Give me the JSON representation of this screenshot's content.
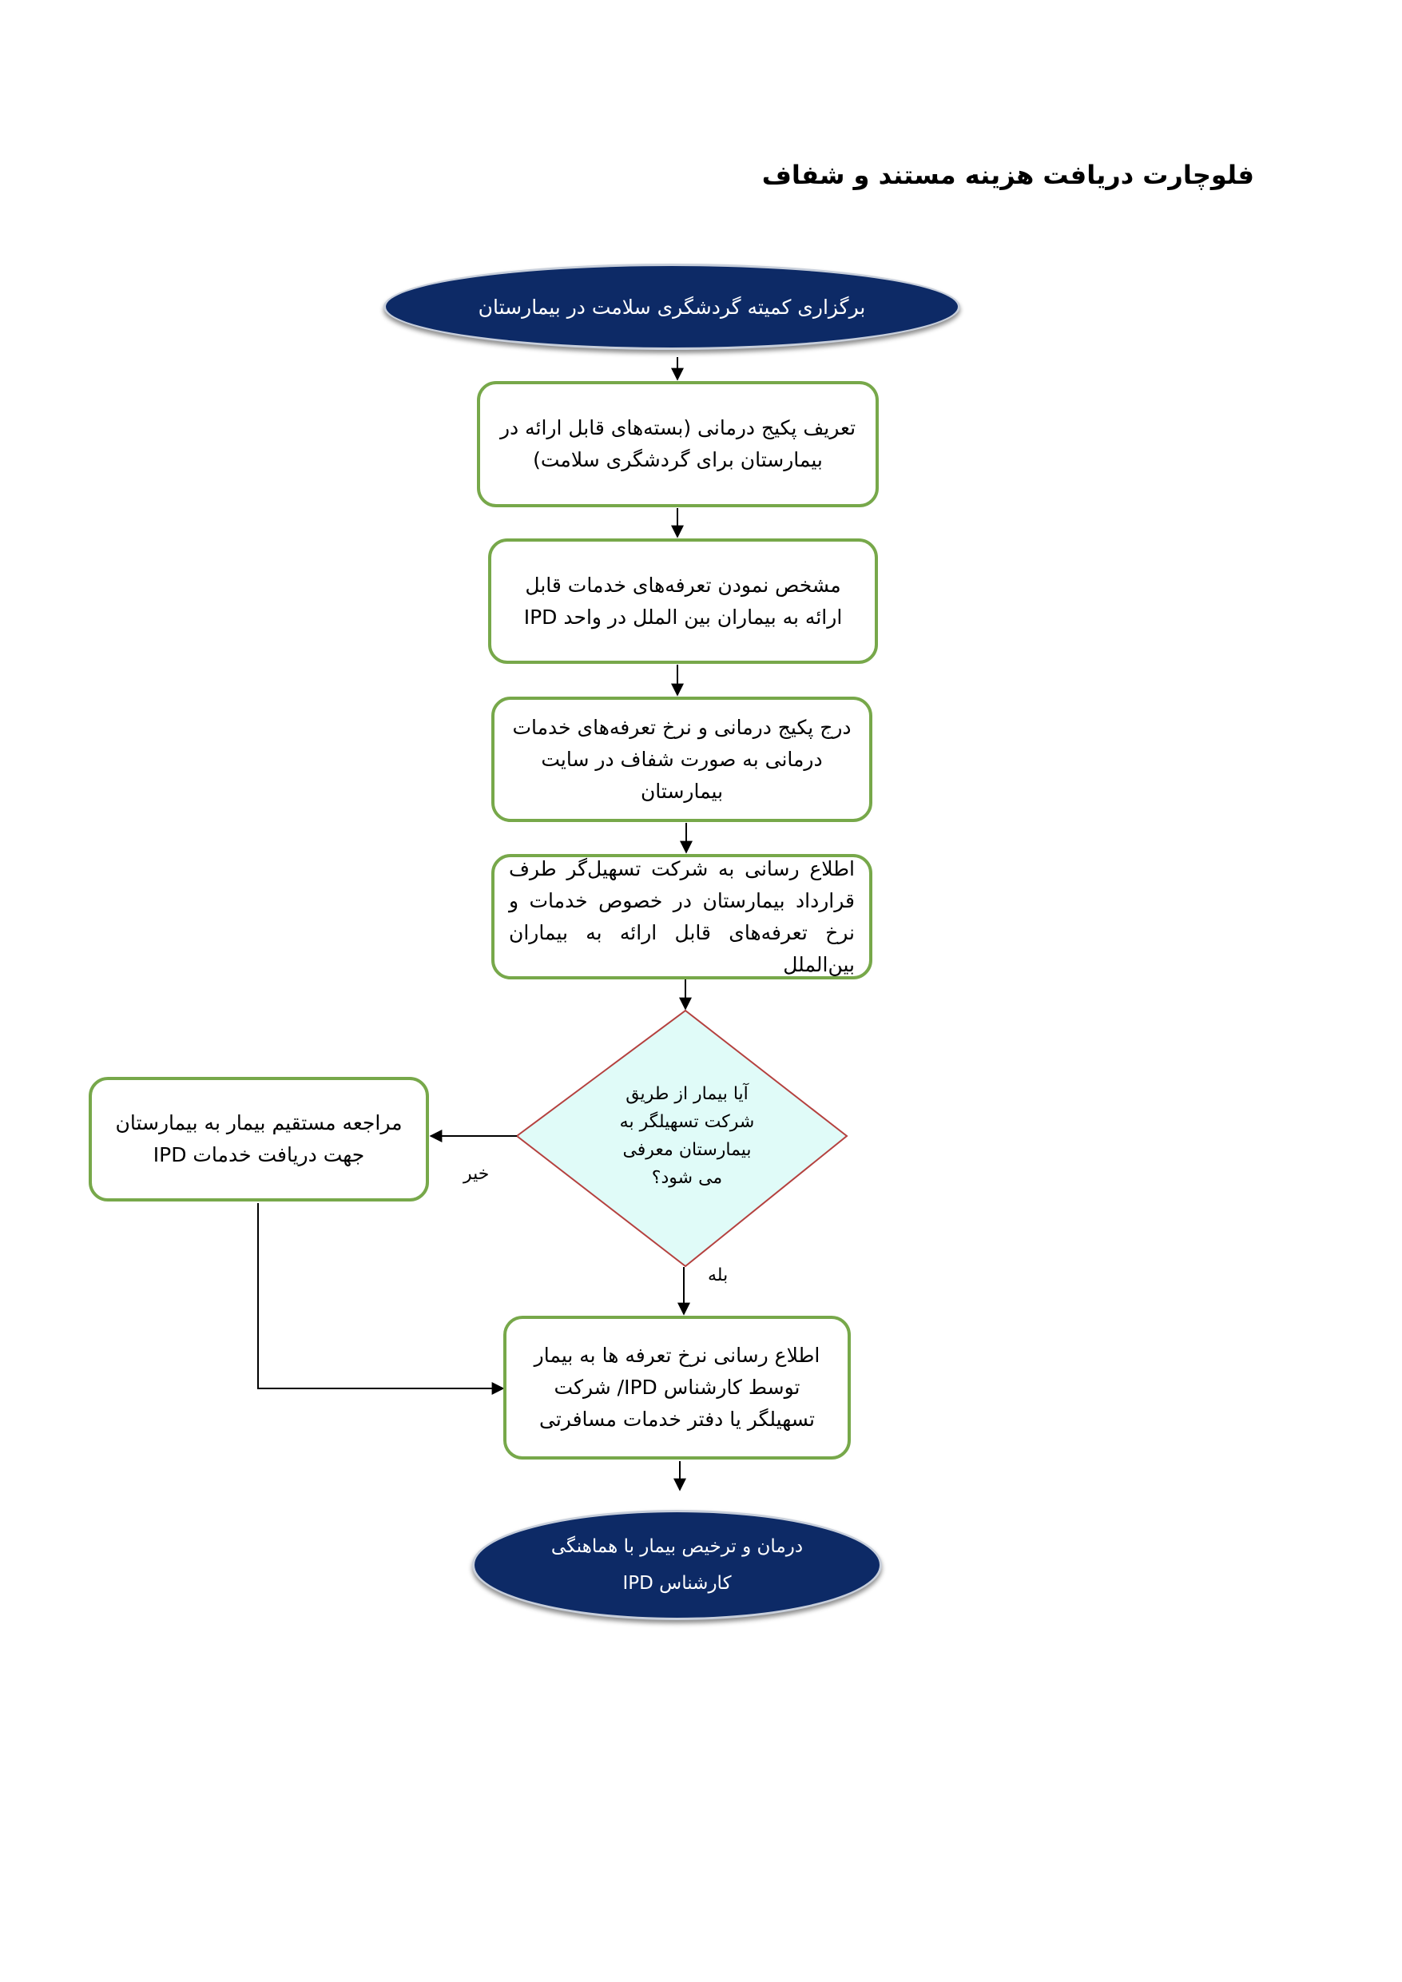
{
  "title": "فلوچارت دریافت هزینه مستند و شفاف",
  "nodes": {
    "start": "برگزاری کمیته گردشگری سلامت در بیمارستان",
    "define_package": "تعریف پکیج درمانی (بسته‌های قابل ارائه در بیمارستان برای گردشگری سلامت)",
    "set_tariffs": "مشخص نمودن تعرفه‌های خدمات قابل ارائه به بیماران بین الملل در واحد IPD",
    "publish": "درج پکیج درمانی و نرخ تعرفه‌های خدمات درمانی به صورت شفاف در سایت بیمارستان",
    "notify_facilitator": "اطلاع رسانی به شرکت تسهیل‌گر طرف قرارداد بیمارستان در خصوص خدمات و نرخ تعرفه‌های قابل ارائه به بیماران بین‌الملل",
    "decision": "آیا بیمار از طریق شرکت تسهیلگر به بیمارستان معرفی می شود؟",
    "direct_visit": "مراجعه مستقیم بیمار به بیمارستان جهت دریافت خدمات IPD",
    "notify_patient": "اطلاع رسانی نرخ تعرفه ها به بیمار توسط کارشناس IPD/ شرکت تسهیلگر یا دفتر خدمات مسافرتی",
    "end": "درمان و ترخیص بیمار با هماهنگی کارشناس IPD"
  },
  "edges": {
    "no_label": "خیر",
    "yes_label": "بله"
  },
  "colors": {
    "box_border": "#77a84a",
    "terminal_fill": "#0d2a66",
    "decision_fill": "#e0fbf8",
    "decision_border": "#b5413f"
  }
}
